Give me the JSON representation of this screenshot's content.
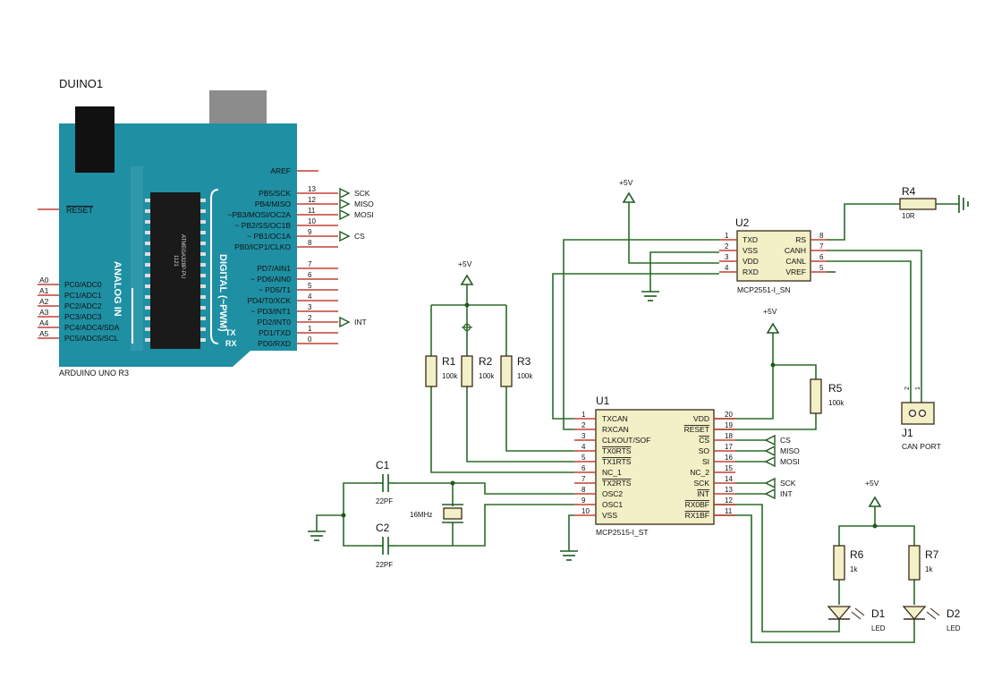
{
  "arduino": {
    "ref": "DUINO1",
    "name": "ARDUINO UNO R3",
    "reset": "RESET",
    "analog_in": "ANALOG IN",
    "digital": "DIGITAL (~PWM)",
    "chip": "ATMEGA328P-PU",
    "chip_num": "1121",
    "tx": "TX",
    "rx": "RX",
    "aref": "AREF",
    "analog_pins": [
      {
        "a": "A0",
        "p": "PC0/ADC0"
      },
      {
        "a": "A1",
        "p": "PC1/ADC1"
      },
      {
        "a": "A2",
        "p": "PC2/ADC2"
      },
      {
        "a": "A3",
        "p": "PC3/ADC3"
      },
      {
        "a": "A4",
        "p": "PC4/ADC4/SDA"
      },
      {
        "a": "A5",
        "p": "PC5/ADC5/SCL"
      }
    ],
    "digital_pins": [
      {
        "n": "13",
        "p": "PB5/SCK",
        "net": "SCK"
      },
      {
        "n": "12",
        "p": "PB4/MISO",
        "net": "MISO"
      },
      {
        "n": "11",
        "p": "~PB3/MOSI/OC2A",
        "net": "MOSI"
      },
      {
        "n": "10",
        "p": "~ PB2/SS/OC1B",
        "net": ""
      },
      {
        "n": "9",
        "p": "~ PB1/OC1A",
        "net": "CS"
      },
      {
        "n": "8",
        "p": "PB0/ICP1/CLKO",
        "net": ""
      },
      {
        "n": "7",
        "p": "PD7/AIN1",
        "net": ""
      },
      {
        "n": "6",
        "p": "~ PD6/AIN0",
        "net": ""
      },
      {
        "n": "5",
        "p": "~ PD5/T1",
        "net": ""
      },
      {
        "n": "4",
        "p": "PD4/T0/XCK",
        "net": ""
      },
      {
        "n": "3",
        "p": "~ PD3/INT1",
        "net": ""
      },
      {
        "n": "2",
        "p": "PD2/INT0",
        "net": "INT"
      },
      {
        "n": "1",
        "p": "PD1/TXD",
        "net": ""
      },
      {
        "n": "0",
        "p": "PD0/RXD",
        "net": ""
      }
    ]
  },
  "u2": {
    "ref": "U2",
    "name": "MCP2551-I_SN",
    "left_pins": [
      {
        "n": "1",
        "p": "TXD"
      },
      {
        "n": "2",
        "p": "VSS"
      },
      {
        "n": "3",
        "p": "VDD"
      },
      {
        "n": "4",
        "p": "RXD"
      }
    ],
    "right_pins": [
      {
        "n": "8",
        "p": "RS"
      },
      {
        "n": "7",
        "p": "CANH"
      },
      {
        "n": "6",
        "p": "CANL"
      },
      {
        "n": "5",
        "p": "VREF"
      }
    ]
  },
  "u1": {
    "ref": "U1",
    "name": "MCP2515-I_ST",
    "left_pins": [
      {
        "n": "1",
        "p": "TXCAN"
      },
      {
        "n": "2",
        "p": "RXCAN"
      },
      {
        "n": "3",
        "p": "CLKOUT/SOF"
      },
      {
        "n": "4",
        "p": "TX0RTS"
      },
      {
        "n": "5",
        "p": "TX1RTS"
      },
      {
        "n": "6",
        "p": "NC_1"
      },
      {
        "n": "7",
        "p": "TX2RTS"
      },
      {
        "n": "8",
        "p": "OSC2"
      },
      {
        "n": "9",
        "p": "OSC1"
      },
      {
        "n": "10",
        "p": "VSS"
      }
    ],
    "right_pins": [
      {
        "n": "20",
        "p": "VDD",
        "net": ""
      },
      {
        "n": "19",
        "p": "RESET",
        "net": ""
      },
      {
        "n": "18",
        "p": "CS",
        "net": "CS"
      },
      {
        "n": "17",
        "p": "SO",
        "net": "MISO"
      },
      {
        "n": "16",
        "p": "SI",
        "net": "MOSI"
      },
      {
        "n": "15",
        "p": "NC_2",
        "net": ""
      },
      {
        "n": "14",
        "p": "SCK",
        "net": "SCK"
      },
      {
        "n": "13",
        "p": "INT",
        "net": "INT"
      },
      {
        "n": "12",
        "p": "RX0BF",
        "net": ""
      },
      {
        "n": "11",
        "p": "RX1BF",
        "net": ""
      }
    ]
  },
  "supply": {
    "vcc": "+5V"
  },
  "r1": {
    "ref": "R1",
    "val": "100k"
  },
  "r2": {
    "ref": "R2",
    "val": "100k"
  },
  "r3": {
    "ref": "R3",
    "val": "100k"
  },
  "r4": {
    "ref": "R4",
    "val": "10R"
  },
  "r5": {
    "ref": "R5",
    "val": "100k"
  },
  "r6": {
    "ref": "R6",
    "val": "1k"
  },
  "r7": {
    "ref": "R7",
    "val": "1k"
  },
  "c1": {
    "ref": "C1",
    "val": "22PF"
  },
  "c2": {
    "ref": "C2",
    "val": "22PF"
  },
  "crystal": {
    "val": "16MHz"
  },
  "j1": {
    "ref": "J1",
    "name": "CAN PORT",
    "pin1": "1",
    "pin2": "2"
  },
  "d1": {
    "ref": "D1",
    "val": "LED"
  },
  "d2": {
    "ref": "D2",
    "val": "LED"
  }
}
